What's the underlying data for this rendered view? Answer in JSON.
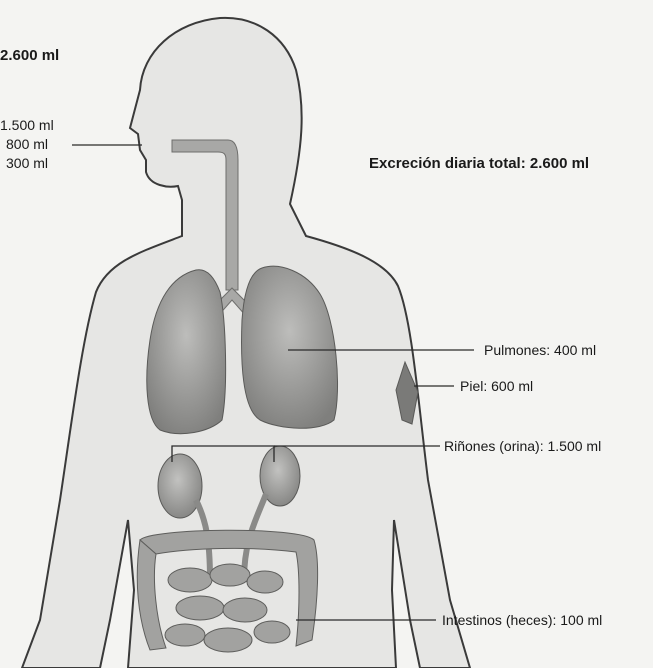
{
  "left_panel": {
    "total_cut": "2.600 ml",
    "values": [
      "1.500 ml",
      "800 ml",
      "300 ml"
    ]
  },
  "right_panel": {
    "total_excretion": "Excreción diaria total: 2.600 ml",
    "callouts": {
      "lungs": "Pulmones: 400 ml",
      "skin": "Piel: 600 ml",
      "kidneys": "Riñones (orina): 1.500 ml",
      "intestines": "Intestinos (heces): 100 ml"
    }
  },
  "colors": {
    "body_fill": "#e6e6e4",
    "organ_fill": "#9a9a98",
    "outline": "#3a3a3a"
  }
}
